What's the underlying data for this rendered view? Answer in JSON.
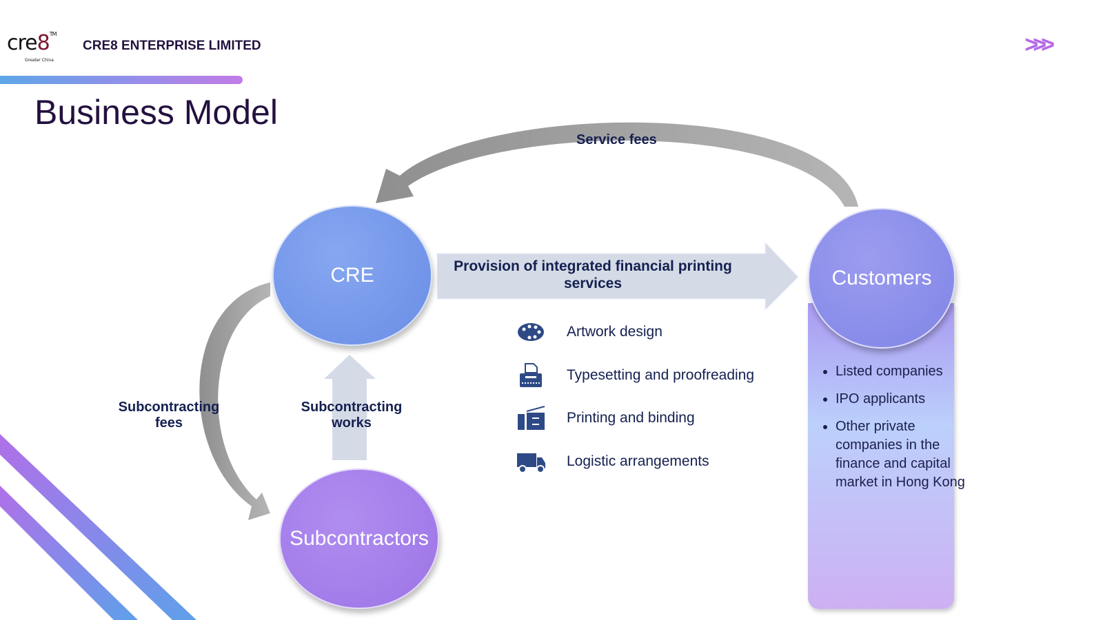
{
  "header": {
    "logo_text": "cre8",
    "logo_tm": "TM",
    "logo_sub": "Greater China",
    "company": "CRE8 ENTERPRISE LIMITED",
    "nav_icon": "triple-chevron-right-icon"
  },
  "title": "Business Model",
  "colors": {
    "accent_gradient": [
      "#5ea6e8",
      "#c27be8"
    ],
    "title": "#23103f",
    "icon": "#2e4a86"
  },
  "diagram": {
    "nodes": {
      "cre": "CRE",
      "subcontractors": "Subcontractors",
      "customers": "Customers"
    },
    "edges": {
      "service_fees": "Service fees",
      "provision": "Provision of integrated financial printing services",
      "subcontracting_fees": "Subcontracting fees",
      "subcontracting_works": "Subcontracting works"
    },
    "services": [
      {
        "icon": "palette-icon",
        "label": "Artwork design"
      },
      {
        "icon": "typewriter-icon",
        "label": "Typesetting and proofreading"
      },
      {
        "icon": "printer-icon",
        "label": "Printing and binding"
      },
      {
        "icon": "truck-icon",
        "label": "Logistic arrangements"
      }
    ],
    "customers": [
      "Listed companies",
      "IPO applicants",
      "Other private companies in the finance and capital market in Hong Kong"
    ]
  }
}
